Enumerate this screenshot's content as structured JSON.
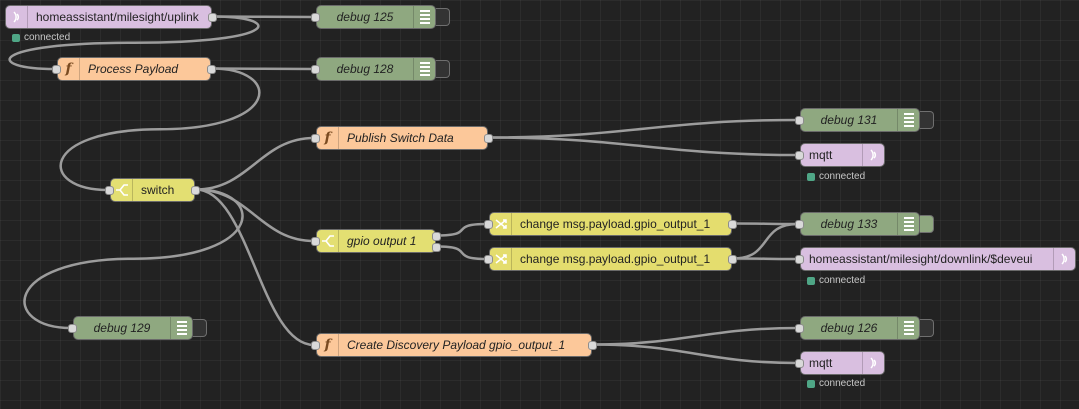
{
  "colors": {
    "canvas": "#222222",
    "mqtt": "#d9bfe0",
    "function": "#fcc89a",
    "debug": "#8fa880",
    "switch": "#e3df72",
    "change": "#e4dd6e",
    "wire": "#9c9c9c",
    "status_connected": "#4fa686"
  },
  "nodes": {
    "mqtt_in_uplink": {
      "label": "homeassistant/milesight/uplink",
      "icon": "mqtt-icon",
      "status": "connected"
    },
    "debug125": {
      "label": "debug 125",
      "icon": "debug-bars-icon"
    },
    "process_payload": {
      "label": "Process Payload",
      "icon": "function-icon"
    },
    "debug128": {
      "label": "debug 128",
      "icon": "debug-bars-icon"
    },
    "switch": {
      "label": "switch",
      "icon": "switch-icon"
    },
    "publish_switch": {
      "label": "Publish Switch Data",
      "icon": "function-icon"
    },
    "debug131": {
      "label": "debug 131",
      "icon": "debug-bars-icon"
    },
    "mqtt_out_1": {
      "label": "mqtt",
      "icon": "mqtt-icon",
      "status": "connected"
    },
    "gpio_output_1": {
      "label": "gpio output 1",
      "icon": "switch-icon"
    },
    "change_1": {
      "label": "change msg.payload.gpio_output_1",
      "icon": "change-icon"
    },
    "change_2": {
      "label": "change msg.payload.gpio_output_1",
      "icon": "change-icon"
    },
    "debug133": {
      "label": "debug 133",
      "icon": "debug-bars-icon"
    },
    "mqtt_out_downlink": {
      "label": "homeassistant/milesight/downlink/$deveui",
      "icon": "mqtt-icon",
      "status": "connected"
    },
    "debug129": {
      "label": "debug 129",
      "icon": "debug-bars-icon"
    },
    "create_discovery": {
      "label": "Create Discovery Payload gpio_output_1",
      "icon": "function-icon"
    },
    "debug126": {
      "label": "debug 126",
      "icon": "debug-bars-icon"
    },
    "mqtt_out_2": {
      "label": "mqtt",
      "icon": "mqtt-icon",
      "status": "connected"
    }
  },
  "wires": [
    [
      "mqtt_in_uplink",
      "debug125"
    ],
    [
      "mqtt_in_uplink",
      "process_payload"
    ],
    [
      "process_payload",
      "debug128"
    ],
    [
      "process_payload",
      "switch"
    ],
    [
      "switch",
      "publish_switch"
    ],
    [
      "switch",
      "gpio_output_1"
    ],
    [
      "switch",
      "debug129"
    ],
    [
      "switch",
      "create_discovery"
    ],
    [
      "publish_switch",
      "debug131"
    ],
    [
      "publish_switch",
      "mqtt_out_1"
    ],
    [
      "gpio_output_1",
      "change_1"
    ],
    [
      "gpio_output_1",
      "change_2"
    ],
    [
      "change_1",
      "debug133"
    ],
    [
      "change_2",
      "debug133"
    ],
    [
      "change_2",
      "mqtt_out_downlink"
    ],
    [
      "create_discovery",
      "debug126"
    ],
    [
      "create_discovery",
      "mqtt_out_2"
    ]
  ]
}
